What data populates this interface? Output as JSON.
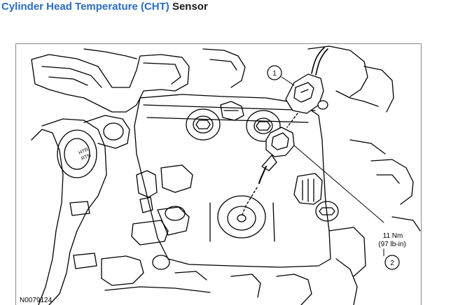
{
  "header": {
    "title_part1": "Cylinder Head Temperature ",
    "title_part2": "(CHT)",
    "title_part3": " Sensor"
  },
  "diagram": {
    "callout_1": "1",
    "callout_2": "2",
    "torque_nm": "11 Nm",
    "torque_lbin": "(97 lb-in)",
    "figure_id": "N0079124",
    "stamp_line1": "HTR",
    "stamp_line2": "RTN"
  },
  "colors": {
    "title_blue": "#2a6cbf",
    "line": "#000000",
    "frame": "#8a8a8a"
  }
}
